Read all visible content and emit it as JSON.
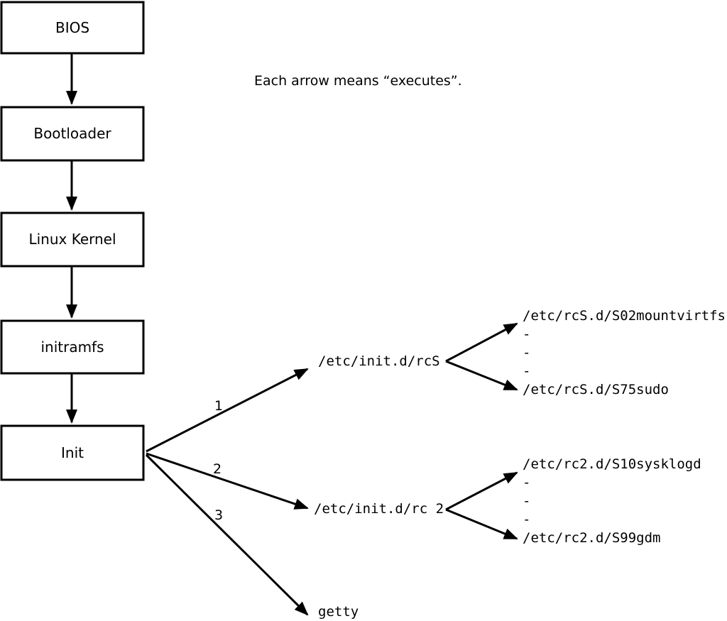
{
  "note": "Each arrow means “executes”.",
  "flow_boxes": [
    {
      "label": "BIOS"
    },
    {
      "label": "Bootloader"
    },
    {
      "label": "Linux Kernel"
    },
    {
      "label": "initramfs"
    },
    {
      "label": "Init"
    }
  ],
  "branches": [
    {
      "number": "1",
      "target": "/etc/init.d/rcS"
    },
    {
      "number": "2",
      "target": "/etc/init.d/rc 2"
    },
    {
      "number": "3",
      "target": "getty"
    }
  ],
  "rcS_scripts": [
    "/etc/rcS.d/S02mountvirtfs",
    "-",
    "-",
    "-",
    "/etc/rcS.d/S75sudo"
  ],
  "rc2_scripts": [
    "/etc/rc2.d/S10sysklogd",
    "-",
    "-",
    "-",
    "/etc/rc2.d/S99gdm"
  ],
  "colors": {
    "ink": "#000000",
    "box_fill": "#ffffff",
    "background": "#ffffff"
  }
}
